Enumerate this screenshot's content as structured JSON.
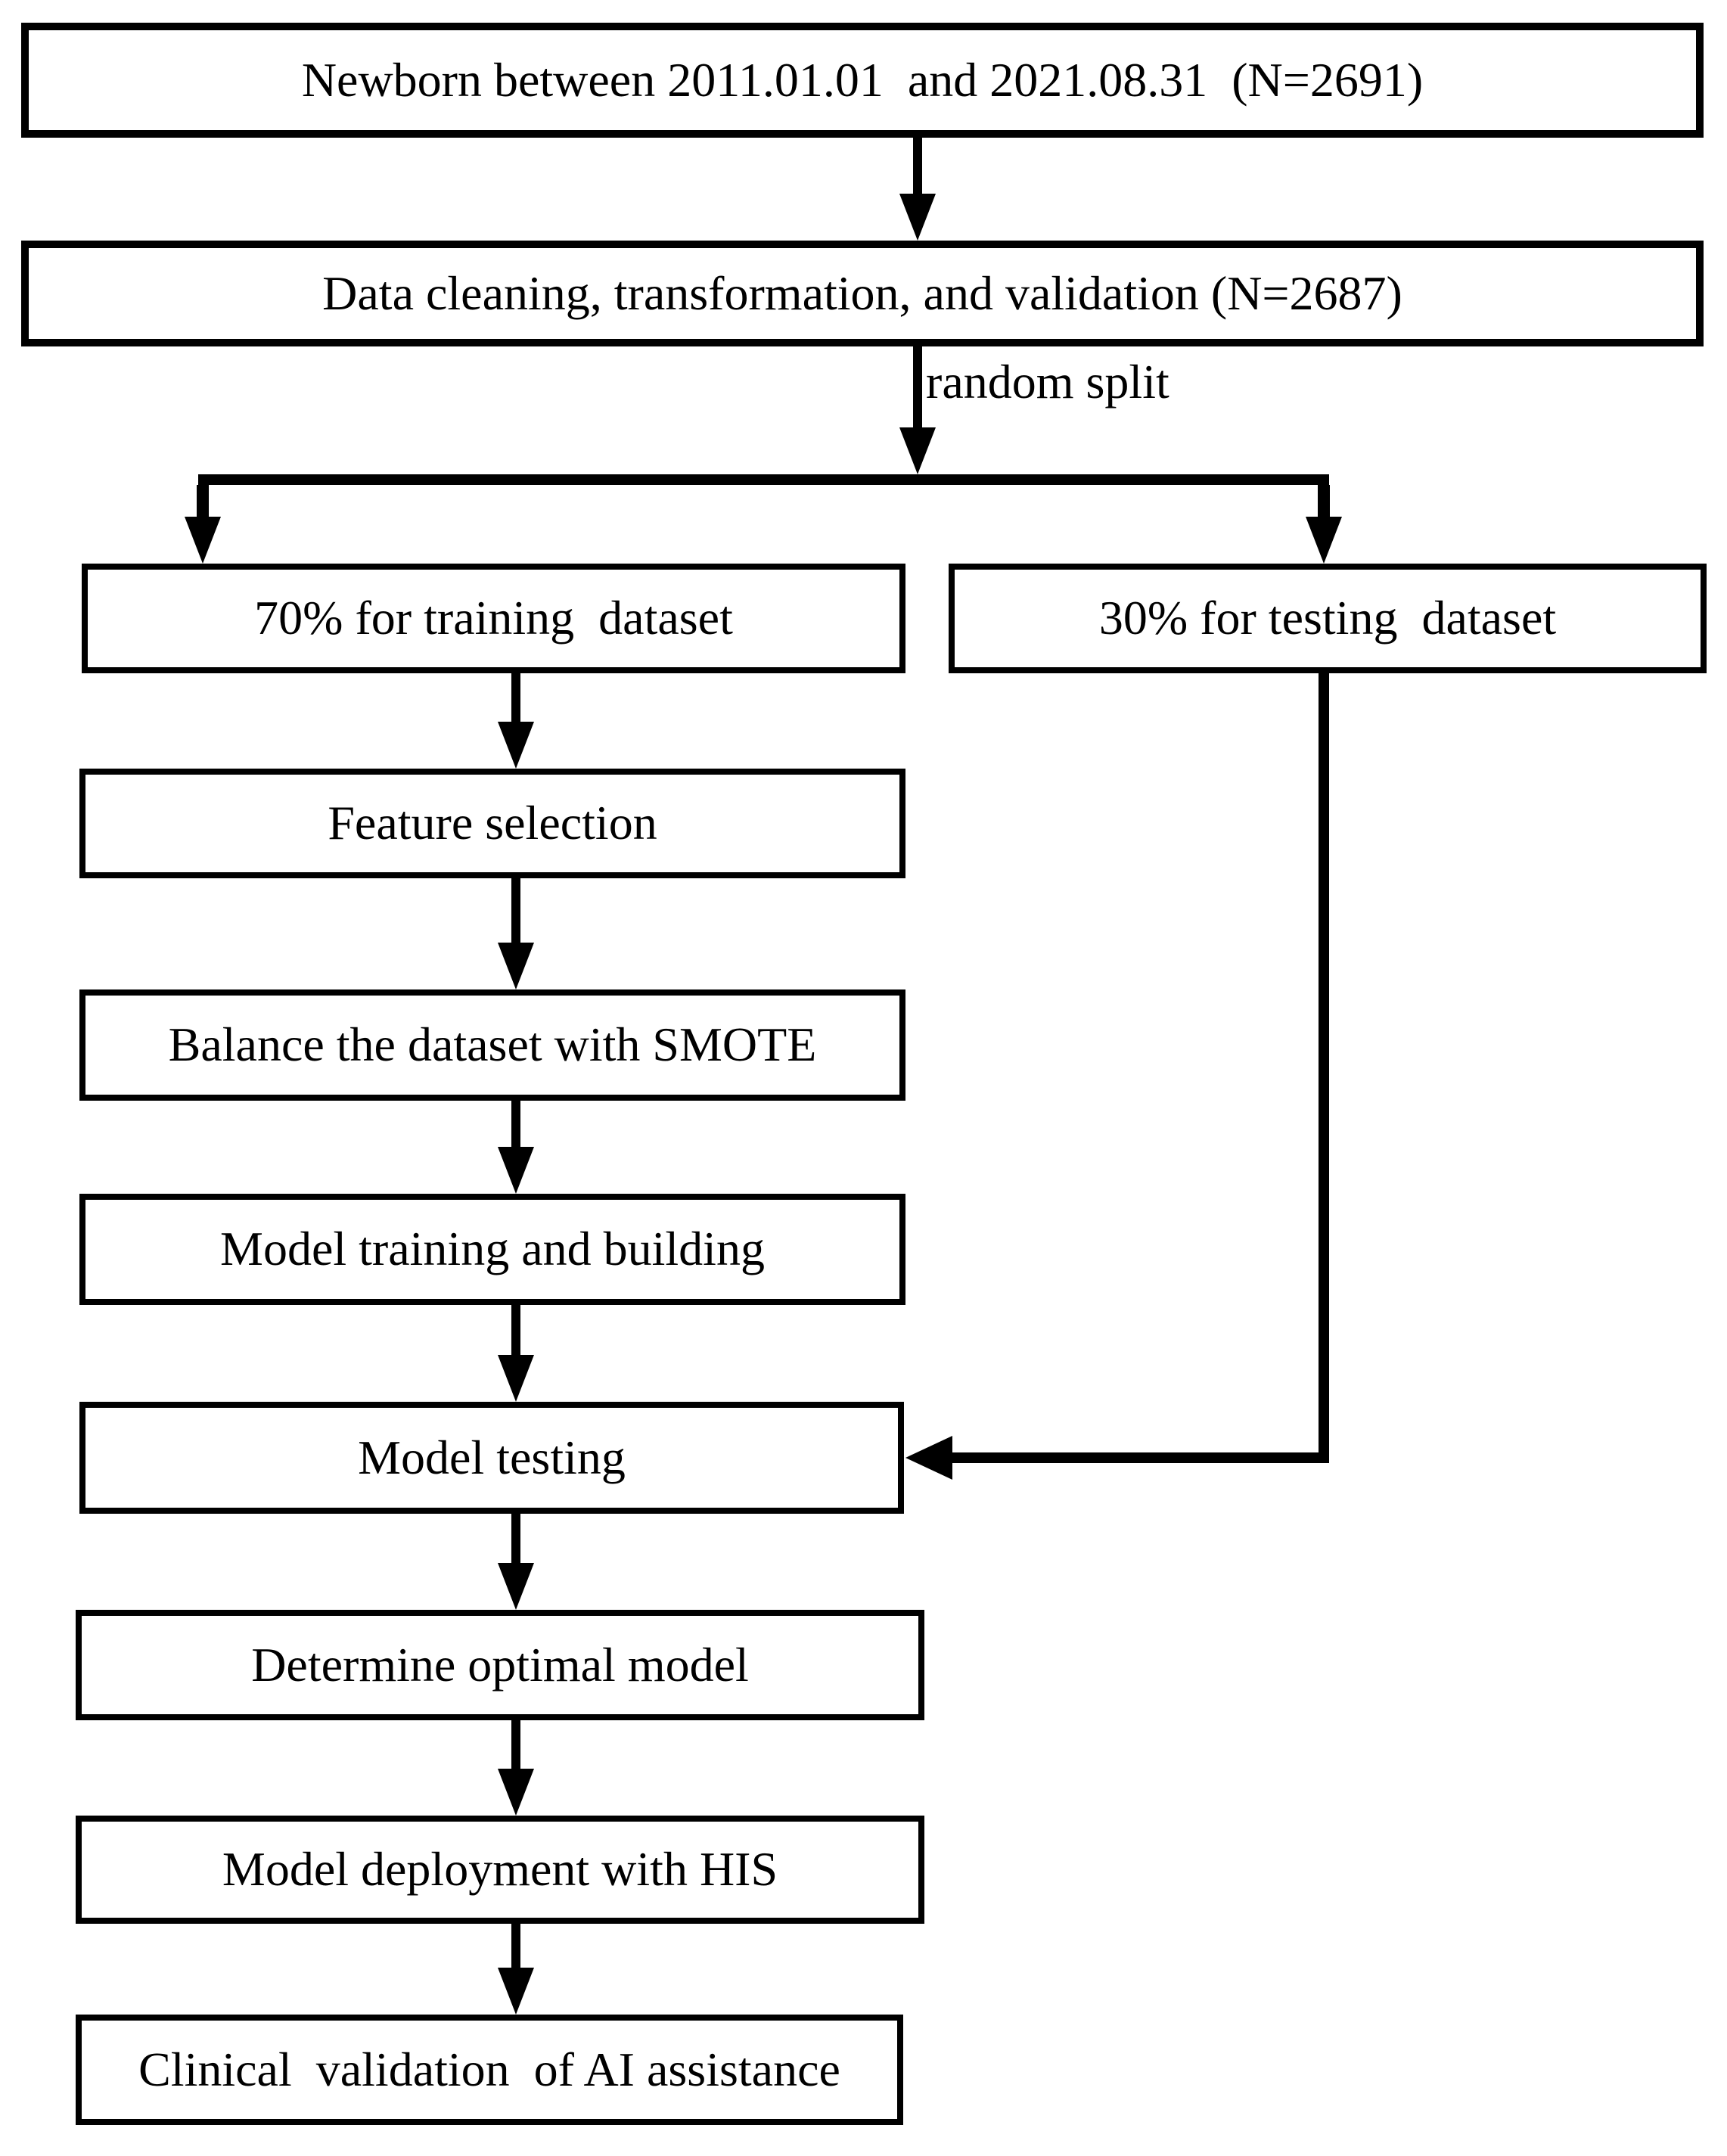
{
  "flowchart": {
    "colors": {
      "line": "#000000",
      "background": "#ffffff",
      "text": "#000000"
    },
    "nodes": {
      "newborn": {
        "label": "Newborn between 2011.01.01  and 2021.08.31  (N=2691)"
      },
      "cleaning": {
        "label": "Data cleaning, transformation, and validation (N=2687)"
      },
      "training": {
        "label": "70% for training  dataset"
      },
      "testing": {
        "label": "30% for testing  dataset"
      },
      "feature": {
        "label": "Feature selection"
      },
      "smote": {
        "label": "Balance the dataset with SMOTE"
      },
      "train_build": {
        "label": "Model training and building"
      },
      "model_testing": {
        "label": "Model testing"
      },
      "optimal": {
        "label": "Determine optimal model"
      },
      "deploy": {
        "label": "Model deployment with HIS"
      },
      "clinical": {
        "label": "Clinical  validation  of AI assistance"
      }
    },
    "edge_labels": {
      "random_split": "random split"
    },
    "edges": [
      {
        "from": "newborn",
        "to": "cleaning",
        "label": ""
      },
      {
        "from": "cleaning",
        "to": "split-point",
        "label": "random split"
      },
      {
        "from": "split-point",
        "to": "training",
        "label": ""
      },
      {
        "from": "split-point",
        "to": "testing",
        "label": ""
      },
      {
        "from": "training",
        "to": "feature",
        "label": ""
      },
      {
        "from": "feature",
        "to": "smote",
        "label": ""
      },
      {
        "from": "smote",
        "to": "train_build",
        "label": ""
      },
      {
        "from": "train_build",
        "to": "model_testing",
        "label": ""
      },
      {
        "from": "testing",
        "to": "model_testing",
        "label": ""
      },
      {
        "from": "model_testing",
        "to": "optimal",
        "label": ""
      },
      {
        "from": "optimal",
        "to": "deploy",
        "label": ""
      },
      {
        "from": "deploy",
        "to": "clinical",
        "label": ""
      }
    ]
  }
}
